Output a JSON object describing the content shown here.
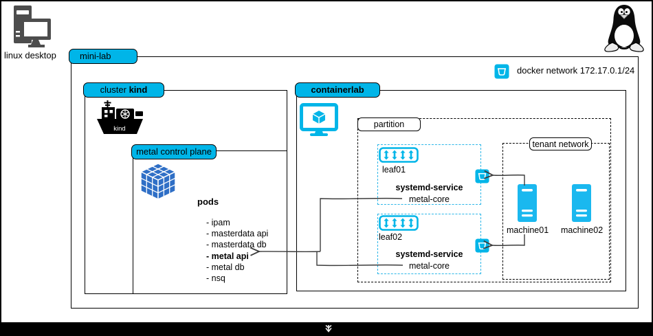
{
  "desktop": {
    "label": "linux desktop"
  },
  "minilab": {
    "label": "mini-lab"
  },
  "legend": {
    "docker_network": "docker network 172.17.0.1/24"
  },
  "cluster": {
    "label_prefix": "cluster ",
    "label_bold": "kind",
    "kind_logo_text": "kind",
    "control_plane": {
      "label": "metal control plane",
      "pods_title": "pods",
      "pods": [
        "- ipam",
        "- masterdata api",
        "- masterdata db",
        "- metal api",
        "- metal db",
        "- nsq"
      ]
    }
  },
  "containerlab": {
    "label": "containerlab",
    "partition": {
      "label": "partition",
      "leaves": [
        {
          "name": "leaf01",
          "service_title": "systemd-service",
          "service": "metal-core"
        },
        {
          "name": "leaf02",
          "service_title": "systemd-service",
          "service": "metal-core"
        }
      ],
      "tenant_network": {
        "label": "tenant network",
        "machines": [
          {
            "name": "machine01"
          },
          {
            "name": "machine02"
          }
        ]
      }
    }
  },
  "colors": {
    "accent_cyan": "#00b5e8",
    "cube_blue": "#2f6fc6",
    "connector": "#3b3b3b"
  }
}
